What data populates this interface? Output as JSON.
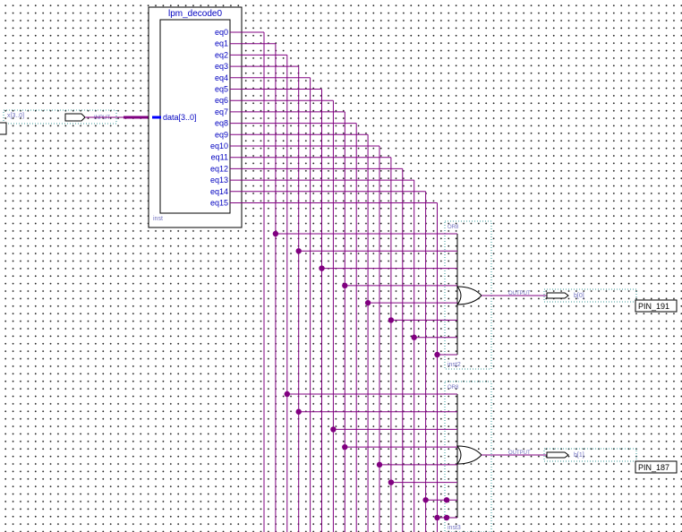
{
  "decoder": {
    "title": "lpm_decode0",
    "input_port": "data[3..0]",
    "outputs": [
      "eq0",
      "eq1",
      "eq2",
      "eq3",
      "eq4",
      "eq5",
      "eq6",
      "eq7",
      "eq8",
      "eq9",
      "eq10",
      "eq11",
      "eq12",
      "eq13",
      "eq14",
      "eq15"
    ],
    "instance": "inst"
  },
  "input_pin": {
    "name": "x[3..0]",
    "type": "INPUT"
  },
  "gates": [
    {
      "type_label": "OR8",
      "instance": "inst2",
      "inputs": [
        "eq1",
        "eq3",
        "eq5",
        "eq7",
        "eq9",
        "eq11",
        "eq13",
        "eq15"
      ],
      "output_type": "OUTPUT",
      "output_name": "b[0]",
      "location": "PIN_191"
    },
    {
      "type_label": "OR8",
      "instance": "inst3",
      "inputs": [
        "eq2",
        "eq3",
        "eq6",
        "eq7",
        "eq10",
        "eq11",
        "eq14",
        "eq15"
      ],
      "output_type": "OUTPUT",
      "output_name": "b[1]",
      "location": "PIN_187"
    }
  ],
  "colors": {
    "wire": "#800080",
    "bus": "#0000ff",
    "port_text": "#0000c0",
    "symbol_text": "#7070c0",
    "dotted_border": "#008080"
  }
}
